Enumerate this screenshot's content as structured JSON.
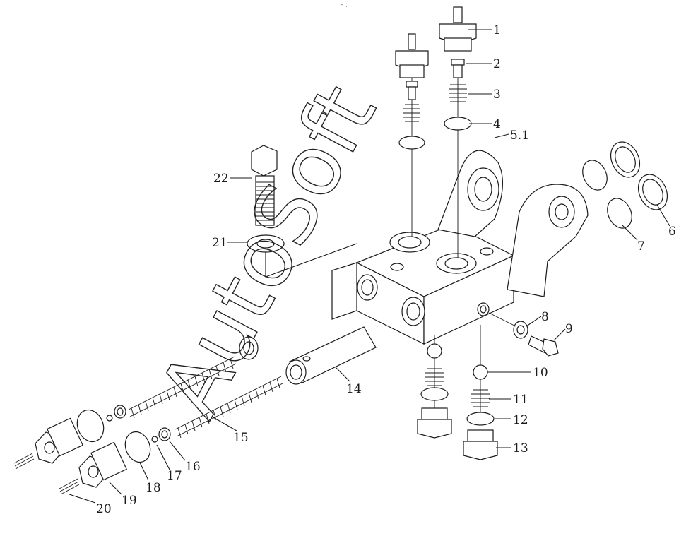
{
  "diagram": {
    "top_mark": "\" ...",
    "watermark": "AutoSoft",
    "callouts": [
      "1",
      "2",
      "3",
      "4",
      "5.1",
      "6",
      "7",
      "8",
      "9",
      "10",
      "11",
      "12",
      "13",
      "14",
      "15",
      "16",
      "17",
      "18",
      "19",
      "20",
      "21",
      "22"
    ]
  }
}
